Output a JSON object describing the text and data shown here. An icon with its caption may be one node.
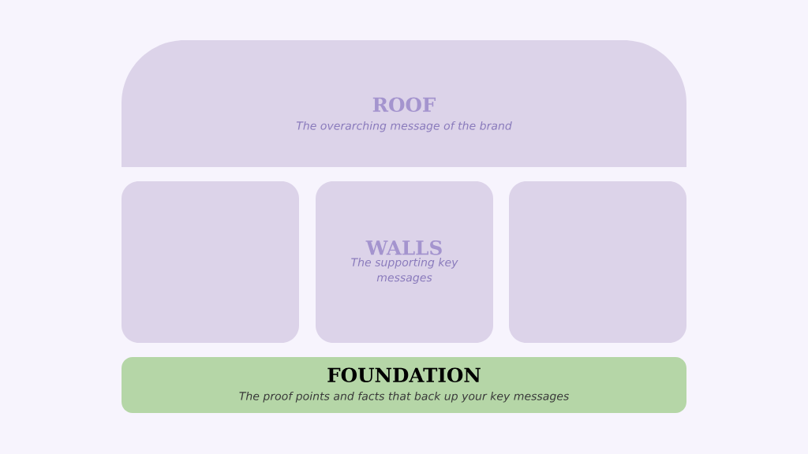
{
  "diagram": {
    "nodes": [
      {
        "text": [
          "ROOF",
          "The overarching message of the brand"
        ]
      },
      {
        "text": [],
        "shape": "box"
      },
      {
        "text": [
          "WALLS",
          "The supporting key messages"
        ]
      },
      {
        "text": [],
        "shape": "box"
      },
      {
        "text": [
          "FOUNDATION",
          "The proof points and facts that back up your key messages"
        ]
      }
    ]
  }
}
